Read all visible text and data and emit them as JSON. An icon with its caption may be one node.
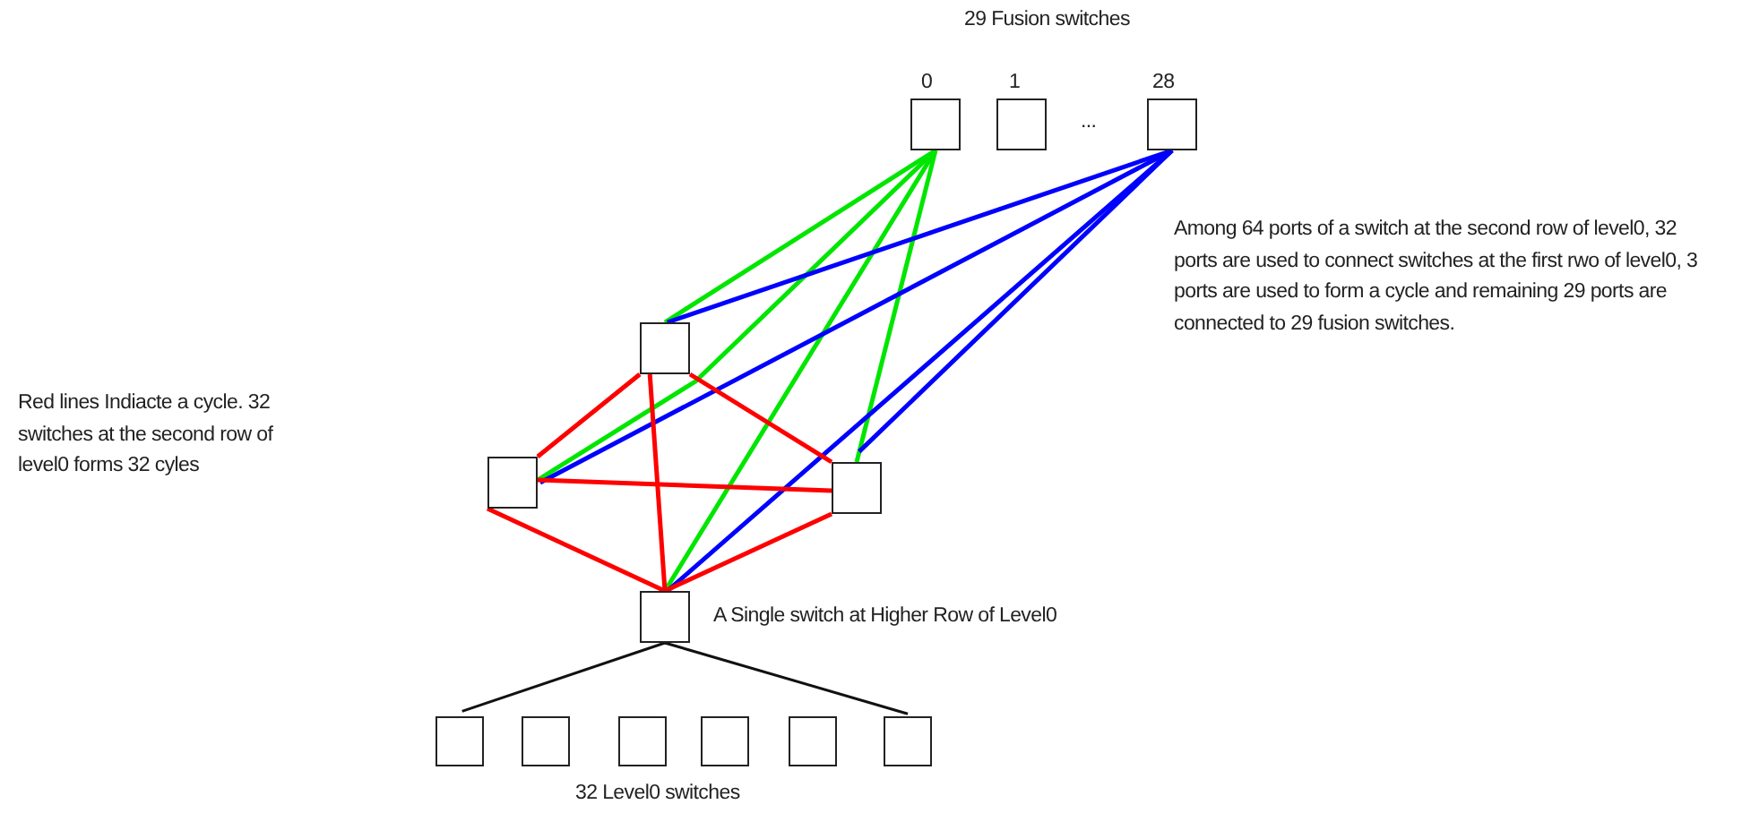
{
  "diagram": {
    "title": "29 Fusion switches",
    "nodes": [
      {
        "text": [],
        "shape": "box",
        "beside": [
          "0"
        ]
      },
      {
        "text": [],
        "shape": "box",
        "beside": [
          "1"
        ]
      },
      {
        "text": [],
        "shape": "box",
        "beside": [
          "28"
        ]
      },
      {
        "text": [],
        "shape": "box"
      },
      {
        "text": [],
        "shape": "box"
      },
      {
        "text": [],
        "shape": "box"
      },
      {
        "text": [],
        "shape": "box",
        "beside": [
          "A Single switch at Higher Row of Level0"
        ]
      },
      {
        "text": [],
        "shape": "box"
      },
      {
        "text": [],
        "shape": "box"
      },
      {
        "text": [],
        "shape": "box"
      },
      {
        "text": [],
        "shape": "box"
      },
      {
        "text": [],
        "shape": "box"
      },
      {
        "text": [],
        "shape": "box"
      }
    ],
    "edges": [
      {
        "from": 0,
        "to": 3,
        "arrow": "none",
        "color": "#00e600"
      },
      {
        "from": 0,
        "to": 4,
        "arrow": "none",
        "color": "#00e600"
      },
      {
        "from": 0,
        "to": 6,
        "arrow": "none",
        "color": "#00e600"
      },
      {
        "from": 0,
        "to": 5,
        "arrow": "none",
        "color": "#00e600"
      },
      {
        "from": 2,
        "to": 3,
        "arrow": "none",
        "color": "#0000ff"
      },
      {
        "from": 2,
        "to": 4,
        "arrow": "none",
        "color": "#0000ff"
      },
      {
        "from": 2,
        "to": 6,
        "arrow": "none",
        "color": "#0000ff"
      },
      {
        "from": 2,
        "to": 5,
        "arrow": "none",
        "color": "#0000ff"
      },
      {
        "from": 3,
        "to": 4,
        "arrow": "none",
        "color": "#ff0000"
      },
      {
        "from": 3,
        "to": 5,
        "arrow": "none",
        "color": "#ff0000"
      },
      {
        "from": 3,
        "to": 6,
        "arrow": "none",
        "color": "#ff0000"
      },
      {
        "from": 4,
        "to": 5,
        "arrow": "none",
        "color": "#ff0000"
      },
      {
        "from": 4,
        "to": 6,
        "arrow": "none",
        "color": "#ff0000"
      },
      {
        "from": 5,
        "to": 6,
        "arrow": "none",
        "color": "#ff0000"
      },
      {
        "from": 6,
        "to": 7,
        "arrow": "none",
        "color": "#111111"
      },
      {
        "from": 6,
        "to": 12,
        "arrow": "none",
        "color": "#111111"
      }
    ],
    "labels": [
      "...",
      "Among 64 ports of a switch at the second row of level0, 32 ports are used to connect switches at the first rwo of level0,  3 ports are used to form a cycle and remaining 29 ports are connected to 29 fusion switches.",
      "Red lines Indiacte a cycle. 32 switches at the second row of level0 forms 32 cyles",
      "32 Level0 switches"
    ]
  }
}
